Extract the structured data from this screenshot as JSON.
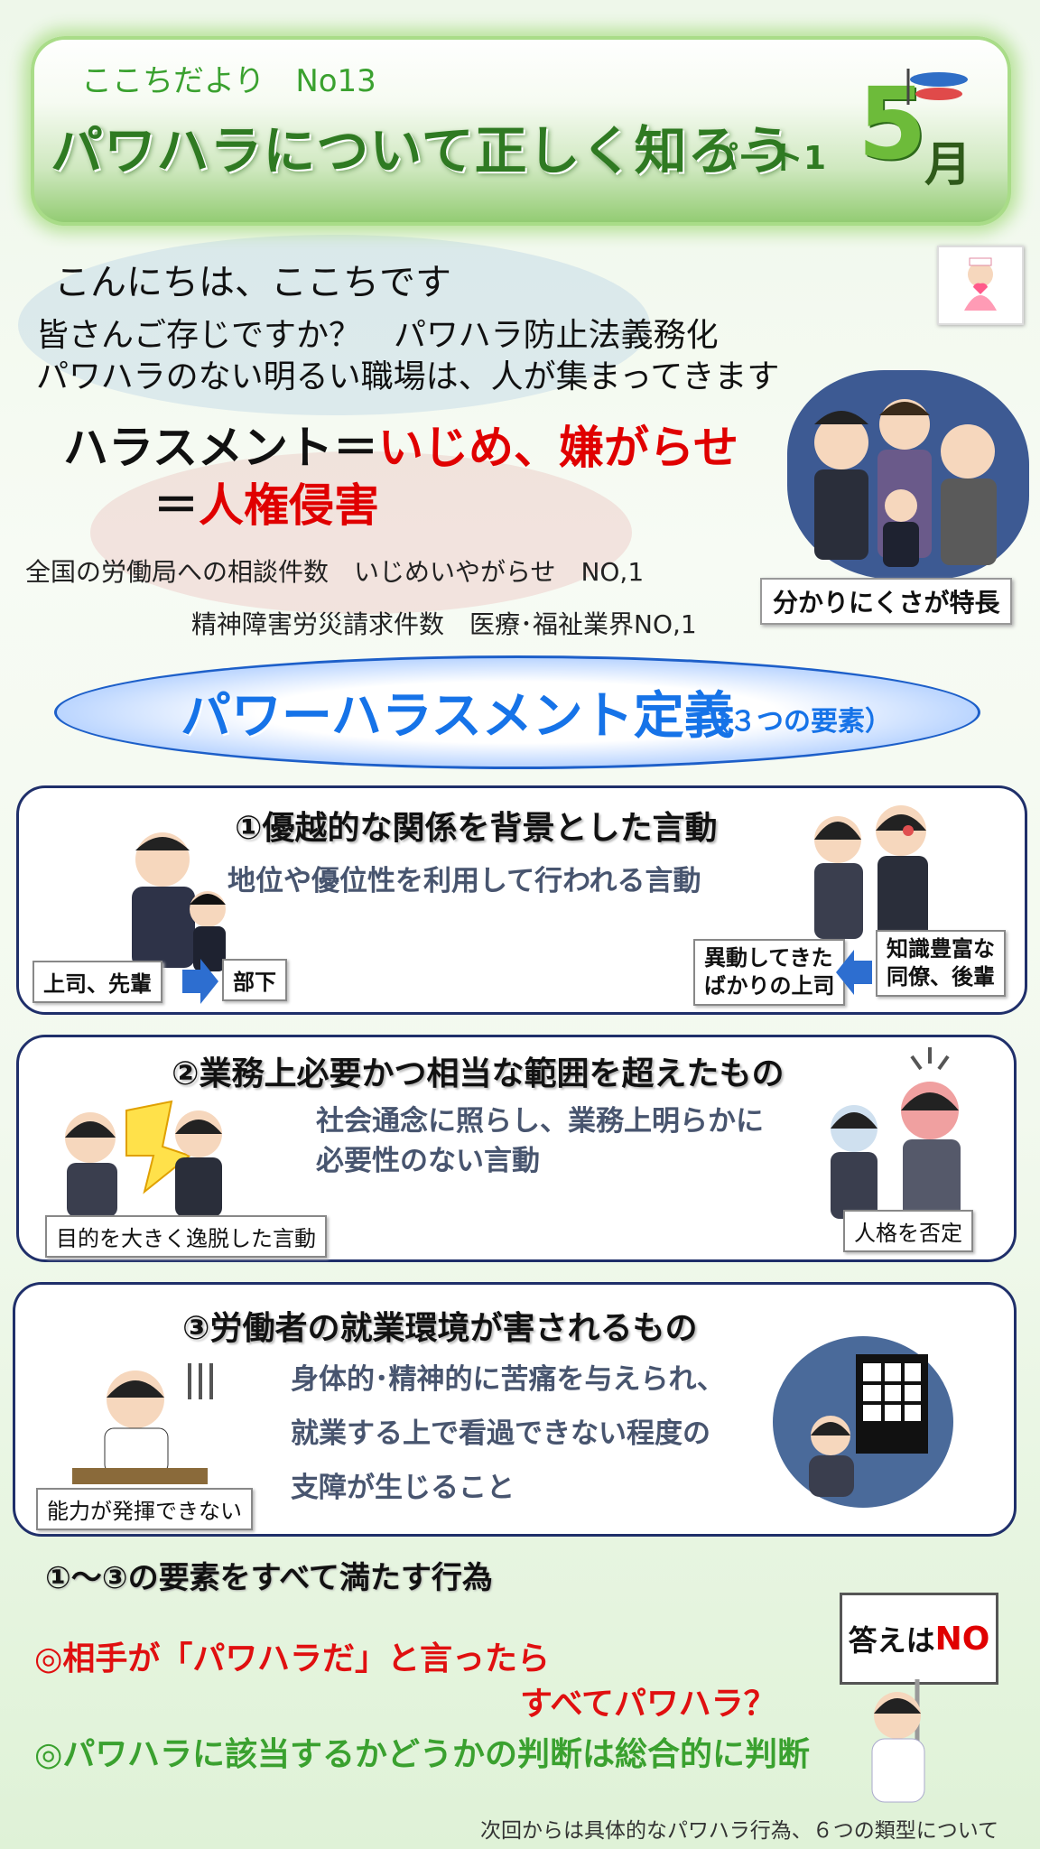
{
  "header": {
    "issue": "ここちだより　No13",
    "title": "パワハラについて正しく知ろう",
    "part": "パート1",
    "month_number": "5",
    "month_kanji": "月"
  },
  "intro": {
    "greeting": "こんにちは、ここちです",
    "line1": "皆さんご存じですか？　パワハラ防止法義務化",
    "line2": "パワハラのない明るい職場は、人が集まってきます"
  },
  "equation": {
    "left": "ハラスメント＝",
    "right1": "いじめ、嫌がらせ",
    "eq2_prefix": "＝",
    "right2": "人権侵害"
  },
  "stats": {
    "stat1": "全国の労働局への相談件数　いじめいやがらせ　NO,1",
    "stat2": "精神障害労災請求件数　医療･福祉業界NO,1"
  },
  "crowd_caption": "分かりにくさが特長",
  "definition": {
    "title": "パワーハラスメント定義",
    "subtitle": "（３つの要素）"
  },
  "sections": [
    {
      "title": "①優越的な関係を背景とした言動",
      "body": "地位や優位性を利用して行われる言動",
      "tag_left_a": "上司、先輩",
      "tag_left_b": "部下",
      "tag_right_a_1": "異動してきた",
      "tag_right_a_2": "ばかりの上司",
      "tag_right_b_1": "知識豊富な",
      "tag_right_b_2": "同僚、後輩"
    },
    {
      "title": "②業務上必要かつ相当な範囲を超えたもの",
      "body1": "社会通念に照らし、業務上明らかに",
      "body2": "必要性のない言動",
      "tag_left": "目的を大きく逸脱した言動",
      "tag_right": "人格を否定"
    },
    {
      "title": "③労働者の就業環境が害されるもの",
      "body1": "身体的･精神的に苦痛を与えられ、",
      "body2": "就業する上で看過できない程度の",
      "body3": "支障が生じること",
      "tag_left": "能力が発揮できない"
    }
  ],
  "conclusion": "①～③の要素をすべて満たす行為",
  "question": {
    "line1": "◎相手が「パワハラだ」と言ったら",
    "line2": "すべてパワハラ？",
    "line3": "◎パワハラに該当するかどうかの判断は総合的に判断"
  },
  "answer_sign": {
    "prefix": "答えは",
    "answer": "NO"
  },
  "footer": "次回からは具体的なパワハラ行為、６つの類型について",
  "colors": {
    "green": "#3aa12f",
    "red": "#e00000",
    "blue": "#1673e8",
    "navy_border": "#1f2f6a"
  }
}
